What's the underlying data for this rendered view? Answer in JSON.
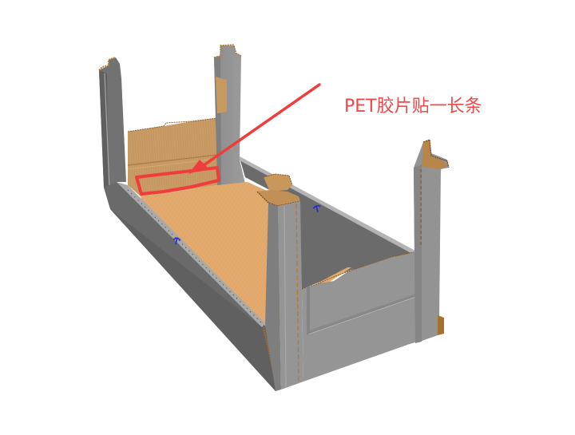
{
  "figure": {
    "subject": "3D cardboard packaging box model (open tray with upright corner posts)",
    "annotation": {
      "text": "PET胶片贴一长条",
      "color": "#f0484a"
    },
    "highlight_box_color": "#f03c3c",
    "colors": {
      "background": "#ffffff",
      "panel_gray_light": "#9a9a9a",
      "panel_gray": "#8a8a8a",
      "panel_gray_dark": "#6f6f6f",
      "panel_gray_shadow": "#5e5e5e",
      "cardboard_inner": "#c79a62",
      "cardboard_floor": "#e2a96c",
      "cardboard_edge": "#8a5a22",
      "marker_blue": "#1a2fd6"
    },
    "markers": [
      {
        "name": "fold-arrow-marker-left",
        "glyph": "↖"
      },
      {
        "name": "fold-arrow-marker-right",
        "glyph": "↖"
      }
    ]
  }
}
